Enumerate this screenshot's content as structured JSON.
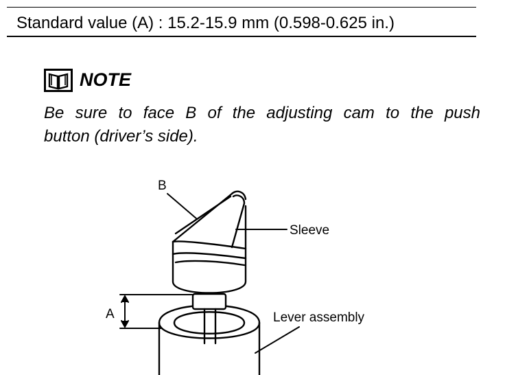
{
  "spec": {
    "text": "Standard value (A) : 15.2-15.9 mm (0.598-0.625 in.)"
  },
  "note": {
    "icon": "book-icon",
    "title": "NOTE",
    "line1": "Be sure to face B of the adjusting cam to the push",
    "line2": "button (driver’s side)."
  },
  "diagram": {
    "label_b": "B",
    "label_sleeve": "Sleeve",
    "label_a": "A",
    "label_lever": "Lever assembly"
  }
}
